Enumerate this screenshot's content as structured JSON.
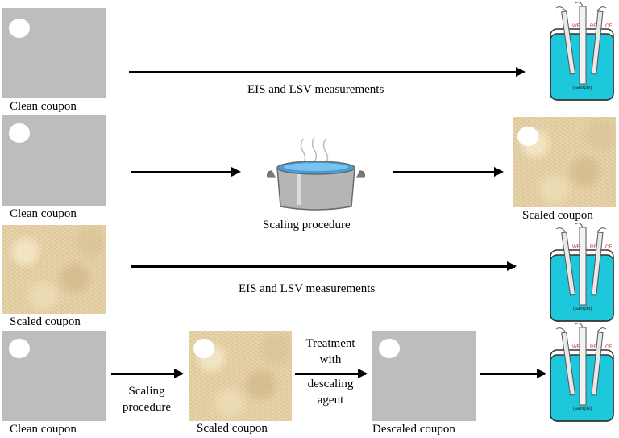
{
  "labels": {
    "clean_coupon": "Clean coupon",
    "scaled_coupon": "Scaled coupon",
    "descaled_coupon": "Descaled coupon",
    "eis_lsv": "EIS and LSV measurements",
    "scaling_procedure": "Scaling procedure",
    "scaling_procedure_line1": "Scaling",
    "scaling_procedure_line2": "procedure",
    "treatment_line1": "Treatment",
    "treatment_line2": "with",
    "treatment_line3": "descaling",
    "treatment_line4": "agent"
  },
  "cell": {
    "we": "WE",
    "re": "RE",
    "ce": "CE",
    "sample": "(sample)"
  },
  "colors": {
    "clean": "#bdbdbd",
    "scaled": "#e4cfa3",
    "electrolyte": "#1ec8dc",
    "electrode_label": "#cc2222"
  }
}
